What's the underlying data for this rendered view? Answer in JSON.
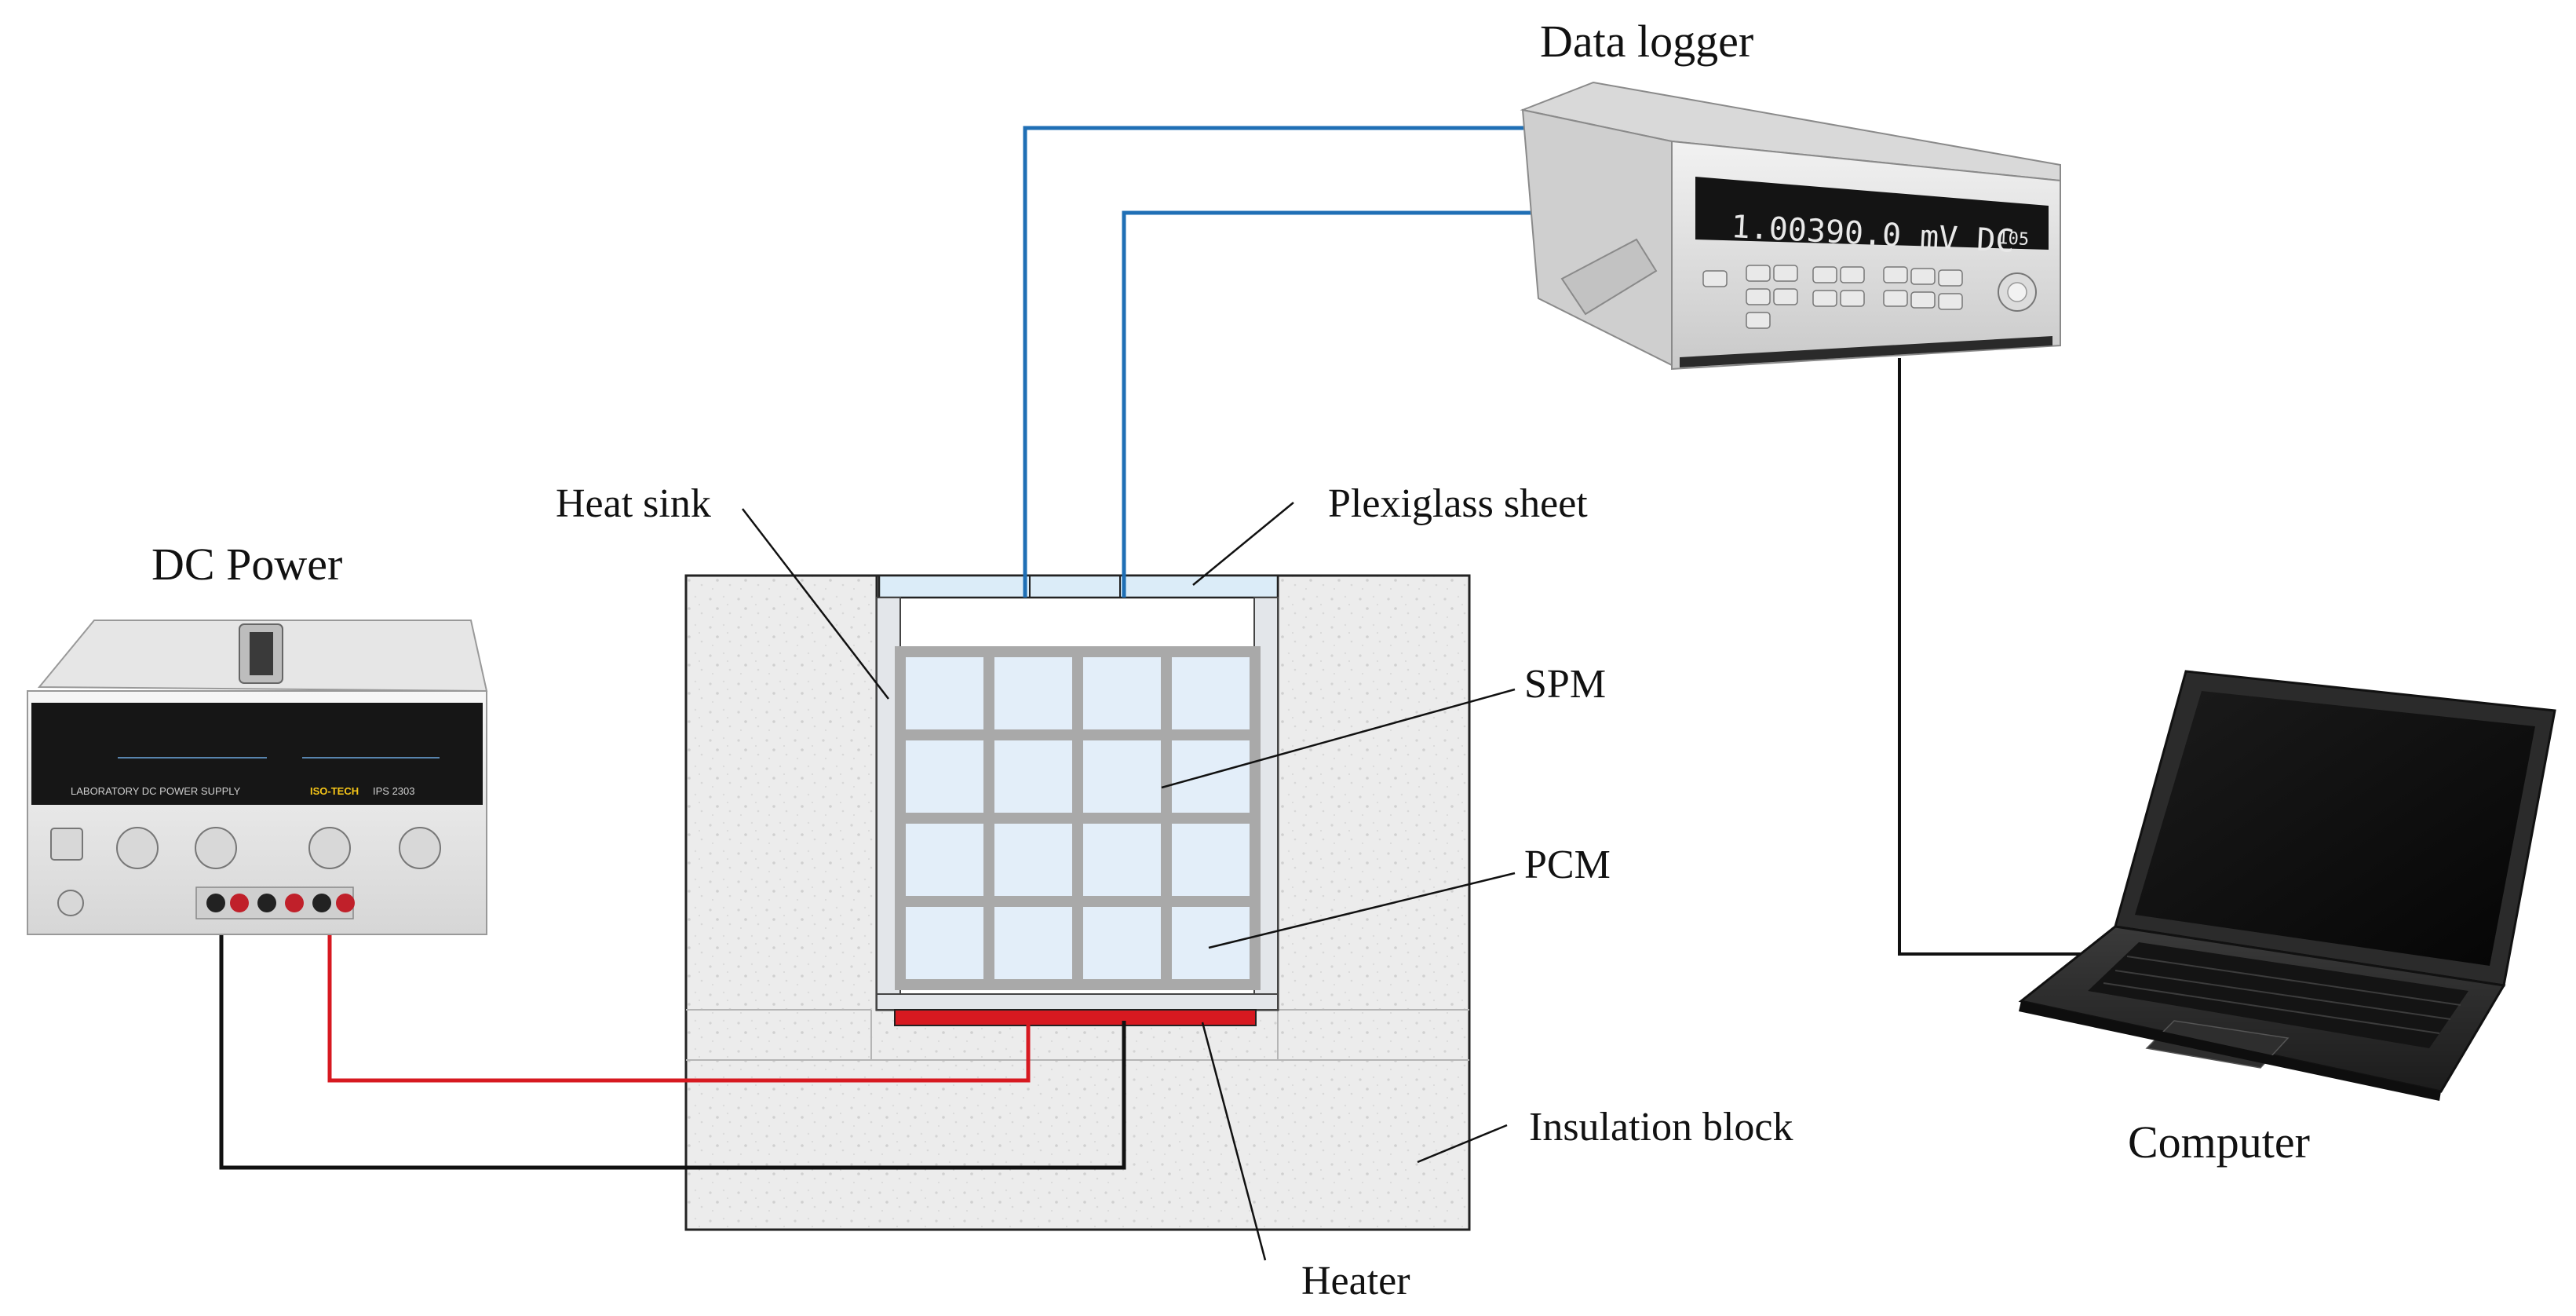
{
  "labels": {
    "data_logger": "Data logger",
    "dc_power": "DC Power",
    "heat_sink": "Heat sink",
    "plexiglass_sheet": "Plexiglass sheet",
    "spm": "SPM",
    "pcm": "PCM",
    "insulation_block": "Insulation block",
    "heater": "Heater",
    "computer": "Computer"
  },
  "devices": {
    "power_supply_panel_text": "LABORATORY DC POWER SUPPLY",
    "power_supply_brand": "ISO-TECH",
    "power_supply_model": "IPS 2303",
    "data_logger_display": "1.00390.0 mV DC",
    "data_logger_channel": "105"
  },
  "colors": {
    "thermocouple_wire": "#1f6fb5",
    "positive_wire": "#d71920",
    "ground_wire": "#111111",
    "heater": "#d71920",
    "insulation": "#ececec",
    "pcm_cell": "#e3eef9",
    "spm_grid": "#a9a9a9"
  }
}
